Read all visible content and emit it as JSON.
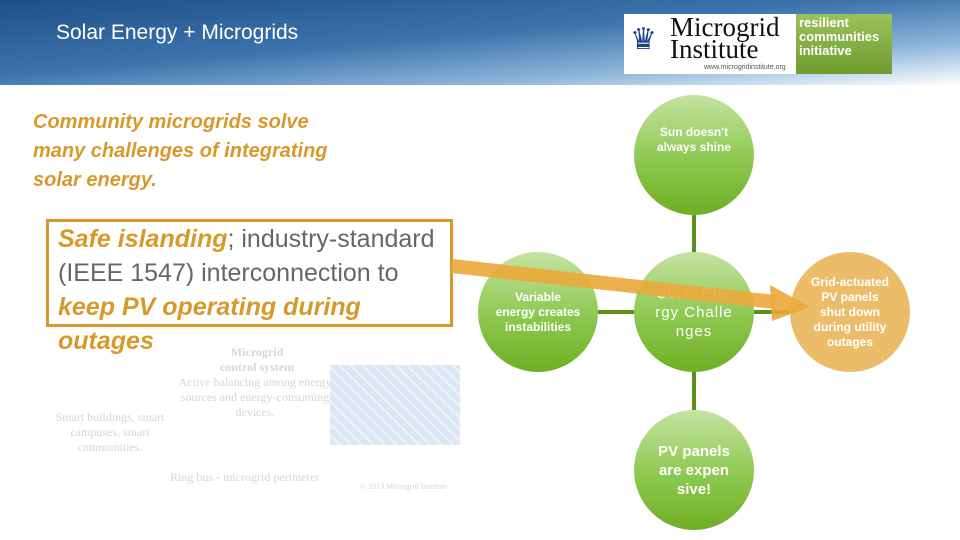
{
  "header": {
    "title": "Solar Energy + Microgrids"
  },
  "logo": {
    "name_line1": "Microgrid",
    "name_line2": "Institute",
    "tagline": "resilient communities initiative",
    "url": "www.microgridinstitute.org"
  },
  "intro": "Community microgrids solve many challenges of integrating solar energy.",
  "callout": {
    "em1": "Safe islanding",
    "text": "; industry-standard (IEEE 1547) interconnection to ",
    "em2": "keep PV operating during outages"
  },
  "background_image": {
    "label1": "Microgrid",
    "label2": "control system",
    "desc": "Active balancing among energy sources and energy-consuming devices.",
    "buildings": "Smart buildings, smart campuses, smart communities.",
    "ring": "Ring bus - microgrid perimeter",
    "copyright": "© 2013 Microgrid Institute"
  },
  "diagram": {
    "center": "Solar Energy Challenges",
    "top": "Sun doesn't always shine",
    "left": "Variable energy creates instabilities",
    "bottom": "PV panels are expensive!",
    "right": "Grid-actuated PV panels shut down during utility outages"
  },
  "colors": {
    "accent": "#d9992a",
    "green": "#8cc84f",
    "connector": "#5e8f1e",
    "orange_node": "#ebbd6a"
  }
}
